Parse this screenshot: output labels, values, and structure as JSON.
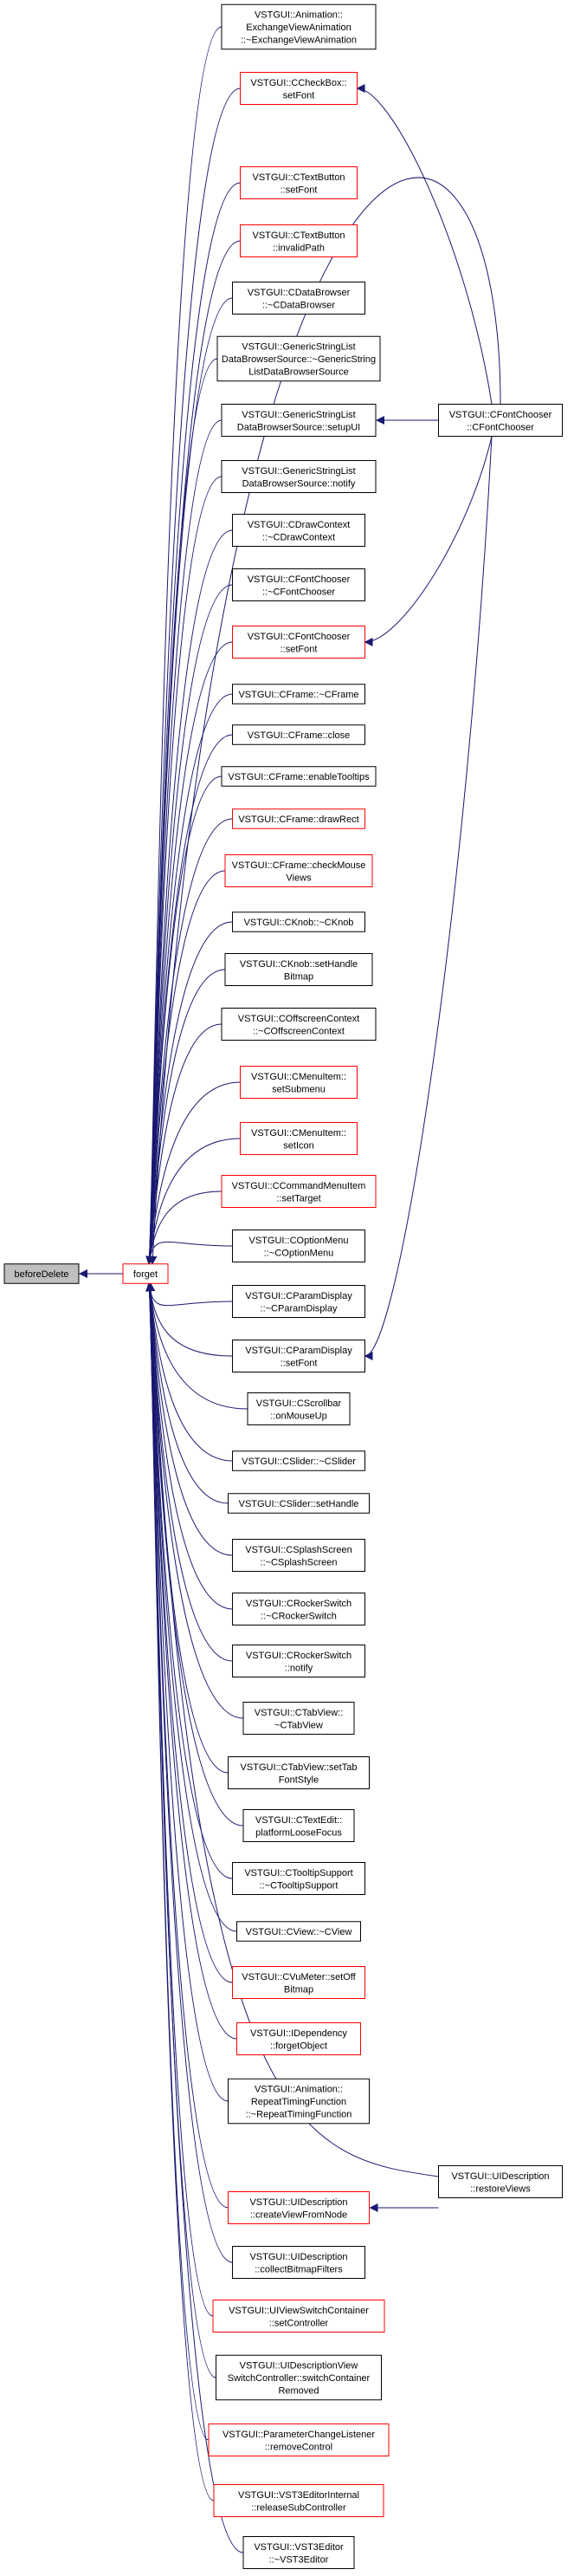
{
  "colors": {
    "edge": "#191970",
    "border_normal": "#000000",
    "border_red": "#ff0000",
    "root_fill": "#bfbfbf",
    "node_fill": "#ffffff"
  },
  "root": {
    "lines": [
      "beforeDelete"
    ]
  },
  "forget": {
    "lines": [
      "forget"
    ]
  },
  "callers": [
    {
      "lines": [
        "VSTGUI::Animation::",
        "ExchangeViewAnimation",
        "::~ExchangeViewAnimation"
      ],
      "red": false
    },
    {
      "lines": [
        "VSTGUI::CCheckBox::",
        "setFont"
      ],
      "red": true
    },
    {
      "lines": [
        "VSTGUI::CTextButton",
        "::setFont"
      ],
      "red": true
    },
    {
      "lines": [
        "VSTGUI::CTextButton",
        "::invalidPath"
      ],
      "red": true
    },
    {
      "lines": [
        "VSTGUI::CDataBrowser",
        "::~CDataBrowser"
      ],
      "red": false
    },
    {
      "lines": [
        "VSTGUI::GenericStringList",
        "DataBrowserSource::~GenericString",
        "ListDataBrowserSource"
      ],
      "red": false
    },
    {
      "lines": [
        "VSTGUI::GenericStringList",
        "DataBrowserSource::setupUI"
      ],
      "red": false
    },
    {
      "lines": [
        "VSTGUI::GenericStringList",
        "DataBrowserSource::notify"
      ],
      "red": false
    },
    {
      "lines": [
        "VSTGUI::CDrawContext",
        "::~CDrawContext"
      ],
      "red": false
    },
    {
      "lines": [
        "VSTGUI::CFontChooser",
        "::~CFontChooser"
      ],
      "red": false
    },
    {
      "lines": [
        "VSTGUI::CFontChooser",
        "::setFont"
      ],
      "red": true
    },
    {
      "lines": [
        "VSTGUI::CFrame::~CFrame"
      ],
      "red": false
    },
    {
      "lines": [
        "VSTGUI::CFrame::close"
      ],
      "red": false
    },
    {
      "lines": [
        "VSTGUI::CFrame::enableTooltips"
      ],
      "red": false
    },
    {
      "lines": [
        "VSTGUI::CFrame::drawRect"
      ],
      "red": true
    },
    {
      "lines": [
        "VSTGUI::CFrame::checkMouse",
        "Views"
      ],
      "red": true
    },
    {
      "lines": [
        "VSTGUI::CKnob::~CKnob"
      ],
      "red": false
    },
    {
      "lines": [
        "VSTGUI::CKnob::setHandle",
        "Bitmap"
      ],
      "red": false
    },
    {
      "lines": [
        "VSTGUI::COffscreenContext",
        "::~COffscreenContext"
      ],
      "red": false
    },
    {
      "lines": [
        "VSTGUI::CMenuItem::",
        "setSubmenu"
      ],
      "red": true
    },
    {
      "lines": [
        "VSTGUI::CMenuItem::",
        "setIcon"
      ],
      "red": true
    },
    {
      "lines": [
        "VSTGUI::CCommandMenuItem",
        "::setTarget"
      ],
      "red": true
    },
    {
      "lines": [
        "VSTGUI::COptionMenu",
        "::~COptionMenu"
      ],
      "red": false
    },
    {
      "lines": [
        "VSTGUI::CParamDisplay",
        "::~CParamDisplay"
      ],
      "red": false
    },
    {
      "lines": [
        "VSTGUI::CParamDisplay",
        "::setFont"
      ],
      "red": false
    },
    {
      "lines": [
        "VSTGUI::CScrollbar",
        "::onMouseUp"
      ],
      "red": false
    },
    {
      "lines": [
        "VSTGUI::CSlider::~CSlider"
      ],
      "red": false
    },
    {
      "lines": [
        "VSTGUI::CSlider::setHandle"
      ],
      "red": false
    },
    {
      "lines": [
        "VSTGUI::CSplashScreen",
        "::~CSplashScreen"
      ],
      "red": false
    },
    {
      "lines": [
        "VSTGUI::CRockerSwitch",
        "::~CRockerSwitch"
      ],
      "red": false
    },
    {
      "lines": [
        "VSTGUI::CRockerSwitch",
        "::notify"
      ],
      "red": false
    },
    {
      "lines": [
        "VSTGUI::CTabView::",
        "~CTabView"
      ],
      "red": false
    },
    {
      "lines": [
        "VSTGUI::CTabView::setTab",
        "FontStyle"
      ],
      "red": false
    },
    {
      "lines": [
        "VSTGUI::CTextEdit::",
        "platformLooseFocus"
      ],
      "red": false
    },
    {
      "lines": [
        "VSTGUI::CTooltipSupport",
        "::~CTooltipSupport"
      ],
      "red": false
    },
    {
      "lines": [
        "VSTGUI::CView::~CView"
      ],
      "red": false
    },
    {
      "lines": [
        "VSTGUI::CVuMeter::setOff",
        "Bitmap"
      ],
      "red": true
    },
    {
      "lines": [
        "VSTGUI::IDependency",
        "::forgetObject"
      ],
      "red": true
    },
    {
      "lines": [
        "VSTGUI::Animation::",
        "RepeatTimingFunction",
        "::~RepeatTimingFunction"
      ],
      "red": false
    },
    {
      "lines": [
        "VSTGUI::UIDescription",
        "::createViewFromNode"
      ],
      "red": true
    },
    {
      "lines": [
        "VSTGUI::UIDescription",
        "::collectBitmapFilters"
      ],
      "red": false
    },
    {
      "lines": [
        "VSTGUI::UIViewSwitchContainer",
        "::setController"
      ],
      "red": true
    },
    {
      "lines": [
        "VSTGUI::UIDescriptionView",
        "SwitchController::switchContainer",
        "Removed"
      ],
      "red": false
    },
    {
      "lines": [
        "VSTGUI::ParameterChangeListener",
        "::removeControl"
      ],
      "red": true
    },
    {
      "lines": [
        "VSTGUI::VST3EditorInternal",
        "::releaseSubController"
      ],
      "red": true
    },
    {
      "lines": [
        "VSTGUI::VST3Editor",
        "::~VST3Editor"
      ],
      "red": false
    }
  ],
  "right_nodes": [
    {
      "lines": [
        "VSTGUI::CFontChooser",
        "::CFontChooser"
      ],
      "red": false
    },
    {
      "lines": [
        "VSTGUI::UIDescription",
        "::restoreViews"
      ],
      "red": false
    }
  ]
}
